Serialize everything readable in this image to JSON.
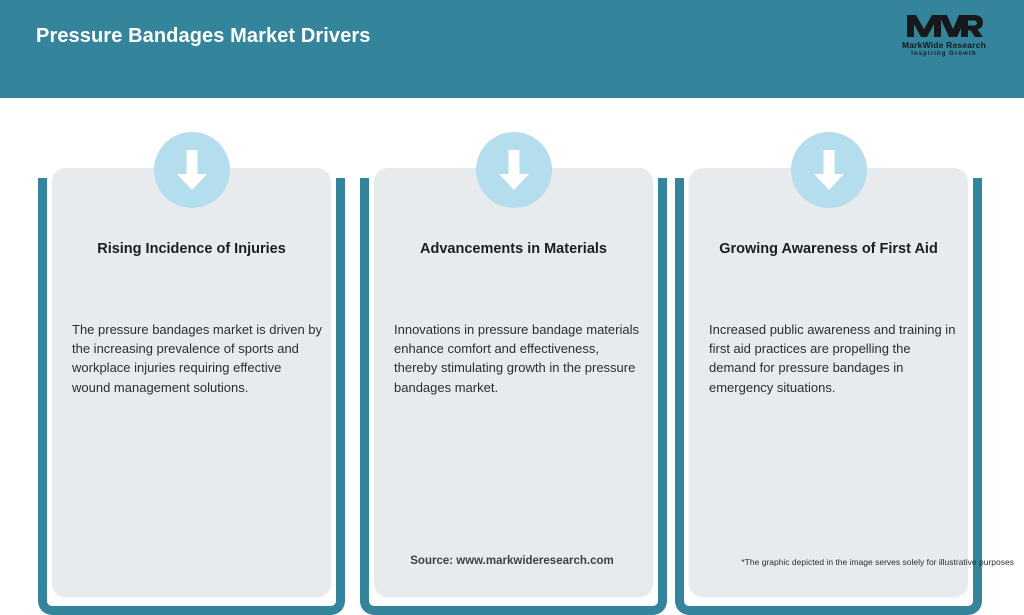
{
  "header": {
    "title": "Pressure Bandages Market Drivers",
    "background_color": "#34849b",
    "title_color": "#ffffff"
  },
  "logo": {
    "mark": "MWR",
    "name": "MarkWide Research",
    "tagline": "Inspiring Growth"
  },
  "cards": [
    {
      "icon": "down-arrow-icon",
      "title": "Rising Incidence of Injuries",
      "body": "The pressure bandages market is driven by the increasing prevalence of sports and workplace injuries requiring effective wound management solutions."
    },
    {
      "icon": "down-arrow-icon",
      "title": "Advancements in Materials",
      "body": "Innovations in pressure bandage materials enhance comfort and effectiveness, thereby stimulating growth in the pressure bandages market."
    },
    {
      "icon": "down-arrow-icon",
      "title": "Growing Awareness of First Aid",
      "body": "Increased public awareness and training in first aid practices are propelling the demand for pressure bandages in emergency situations."
    }
  ],
  "footer": {
    "source": "Source: www.markwideresearch.com",
    "disclaimer": "*The graphic depicted in the image serves solely for illustrative purposes"
  },
  "colors": {
    "accent_teal": "#34849b",
    "badge_blue": "#b4dded",
    "panel_grey": "#e8ebed"
  }
}
